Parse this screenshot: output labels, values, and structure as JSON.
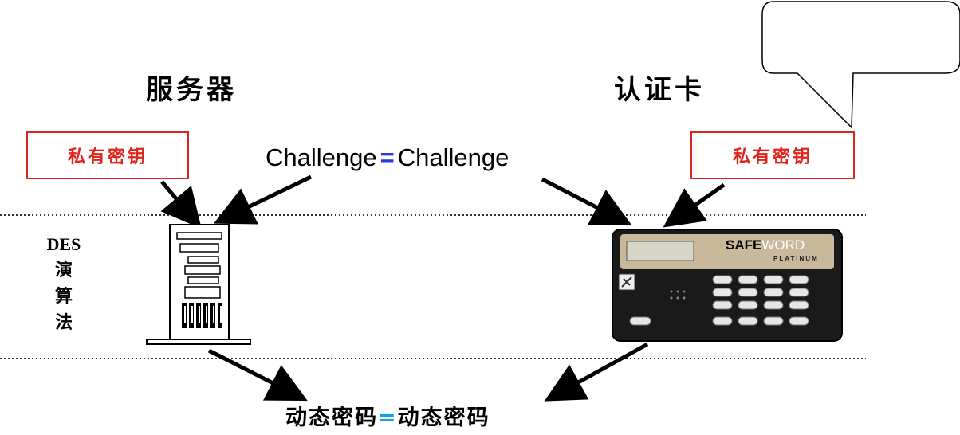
{
  "titles": {
    "server": "服务器",
    "card": "认证卡"
  },
  "key_label": "私有密钥",
  "challenge": {
    "left": "Challenge",
    "equals": "=",
    "right": "Challenge"
  },
  "des_label": [
    "DES",
    "演",
    "算",
    "法"
  ],
  "dynamic_password": {
    "left": "动态密码",
    "equals": "=",
    "right": "动态密码"
  },
  "card_brand": {
    "safe": "SAFE",
    "word": "WORD",
    "platinum": "PLATINUM"
  },
  "callout_text": ""
}
